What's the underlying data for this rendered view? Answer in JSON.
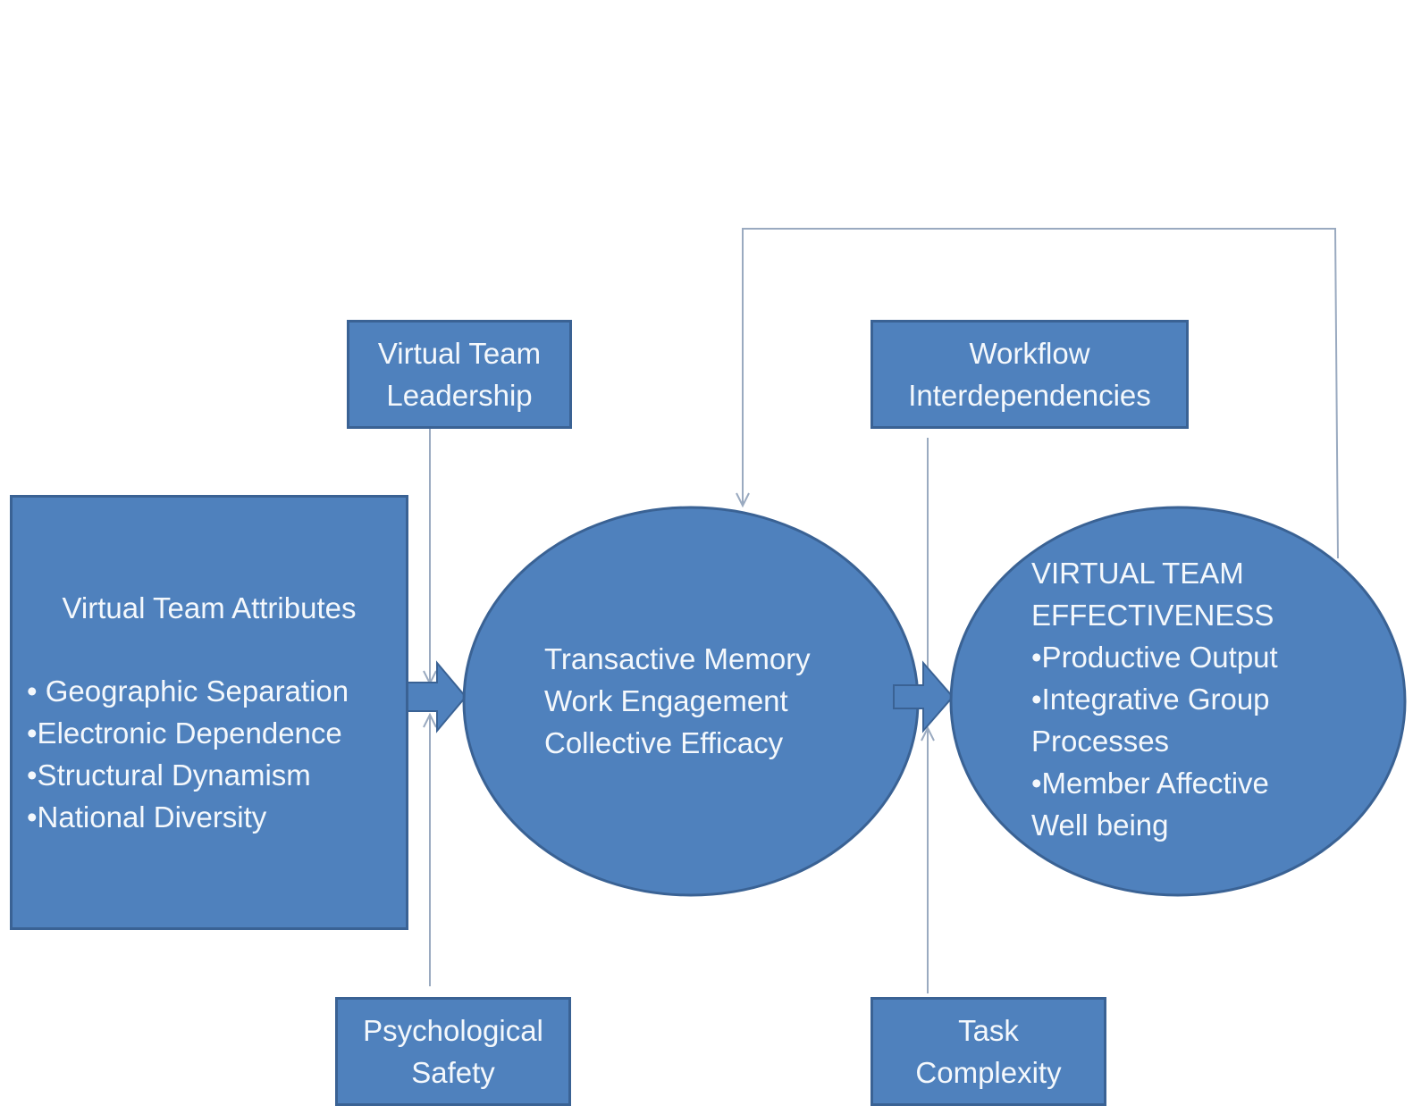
{
  "colors": {
    "shape_fill": "#4f81bd",
    "shape_border": "#3a6294",
    "text": "#f4f8fc",
    "connector": "#9aaac0"
  },
  "nodes": {
    "virtual_team_attributes": {
      "title": "Virtual Team Attributes",
      "items": [
        "• Geographic  Separation",
        "•Electronic Dependence",
        "•Structural Dynamism",
        "•National Diversity"
      ]
    },
    "virtual_team_leadership": {
      "lines": [
        "Virtual Team",
        "Leadership"
      ]
    },
    "psychological_safety": {
      "lines": [
        "Psychological",
        "Safety"
      ]
    },
    "mediators": {
      "lines": [
        "Transactive Memory",
        "Work Engagement",
        "Collective Efficacy"
      ]
    },
    "workflow_interdependencies": {
      "lines": [
        "Workflow",
        "Interdependencies"
      ]
    },
    "task_complexity": {
      "lines": [
        "Task",
        "Complexity"
      ]
    },
    "effectiveness": {
      "lines": [
        "VIRTUAL TEAM",
        "EFFECTIVENESS",
        "•Productive Output",
        "•Integrative Group",
        "Processes",
        "•Member Affective",
        "Well being"
      ]
    }
  },
  "edges": [
    {
      "from": "Virtual Team Attributes",
      "to": "Transactive Memory / Work Engagement / Collective Efficacy",
      "type": "block-arrow"
    },
    {
      "from": "Transactive Memory / Work Engagement / Collective Efficacy",
      "to": "VIRTUAL TEAM EFFECTIVENESS",
      "type": "block-arrow"
    },
    {
      "from": "Virtual Team Leadership",
      "to": "attributes-to-mediators path",
      "type": "moderator"
    },
    {
      "from": "Psychological Safety",
      "to": "attributes-to-mediators path",
      "type": "moderator"
    },
    {
      "from": "Workflow Interdependencies",
      "to": "mediators-to-effectiveness path",
      "type": "moderator"
    },
    {
      "from": "Task Complexity",
      "to": "mediators-to-effectiveness path",
      "type": "moderator"
    },
    {
      "from": "VIRTUAL TEAM EFFECTIVENESS",
      "to": "Transactive Memory / Work Engagement / Collective Efficacy",
      "type": "feedback-loop"
    }
  ]
}
